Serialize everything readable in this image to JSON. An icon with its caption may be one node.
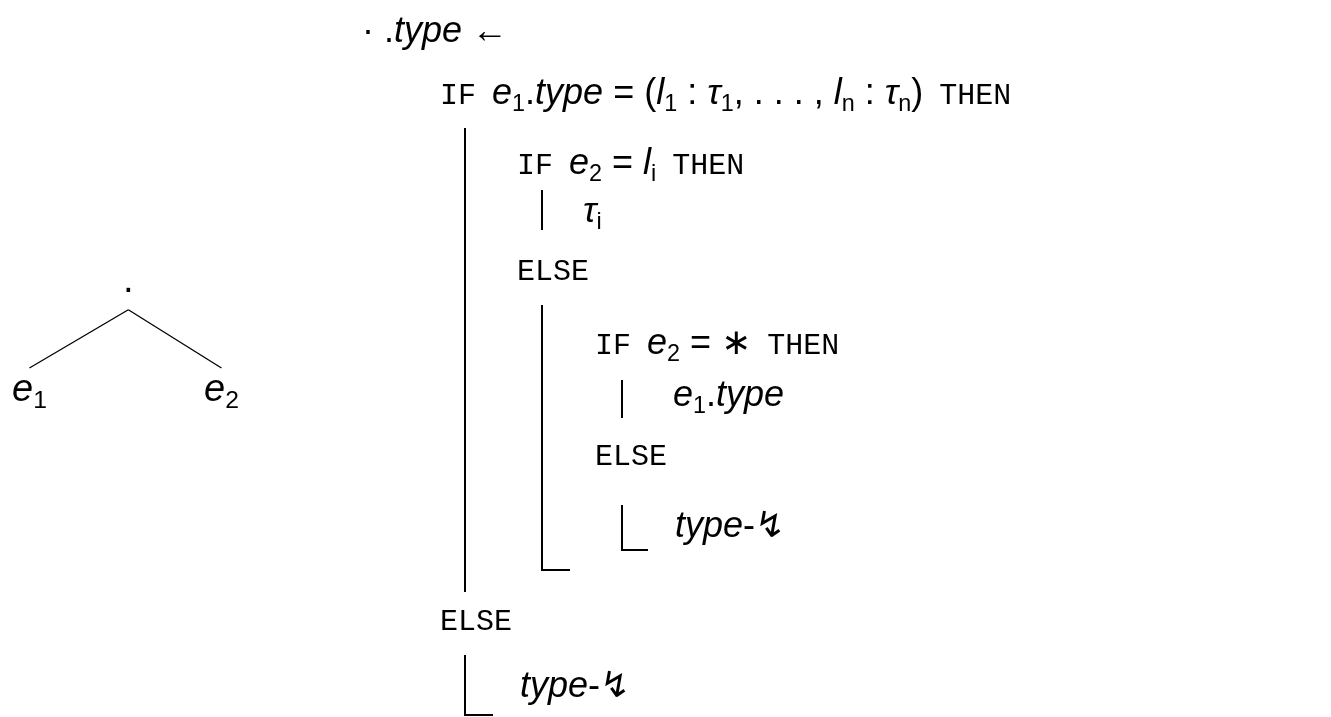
{
  "diagram": {
    "nodes": [
      {
        "text": [
          "·"
        ]
      },
      {
        "text": [
          "*e*$_{1}$"
        ]
      },
      {
        "text": [
          "*e*$_{2}$"
        ]
      }
    ],
    "edges": [
      {
        "from": 0,
        "to": 1,
        "arrow": "none"
      },
      {
        "from": 0,
        "to": 2,
        "arrow": "none"
      }
    ],
    "labels": [
      "· .*type* ←",
      "IF",
      "*e*$_{1}$.*type* = (*l*$_{1}$ : *τ*$_{1}$, . . . , *l*$_{n}$ : *τ*$_{n}$)",
      "THEN",
      "IF",
      "*e*$_{2}$ = *l*$_{i}$",
      "THEN",
      "*τ*$_{i}$",
      "ELSE",
      "IF",
      "*e*$_{2}$ = ∗",
      "THEN",
      "*e*$_{1}$.*type*",
      "ELSE",
      "*type*-↯",
      "ELSE",
      "*type*-↯"
    ]
  }
}
